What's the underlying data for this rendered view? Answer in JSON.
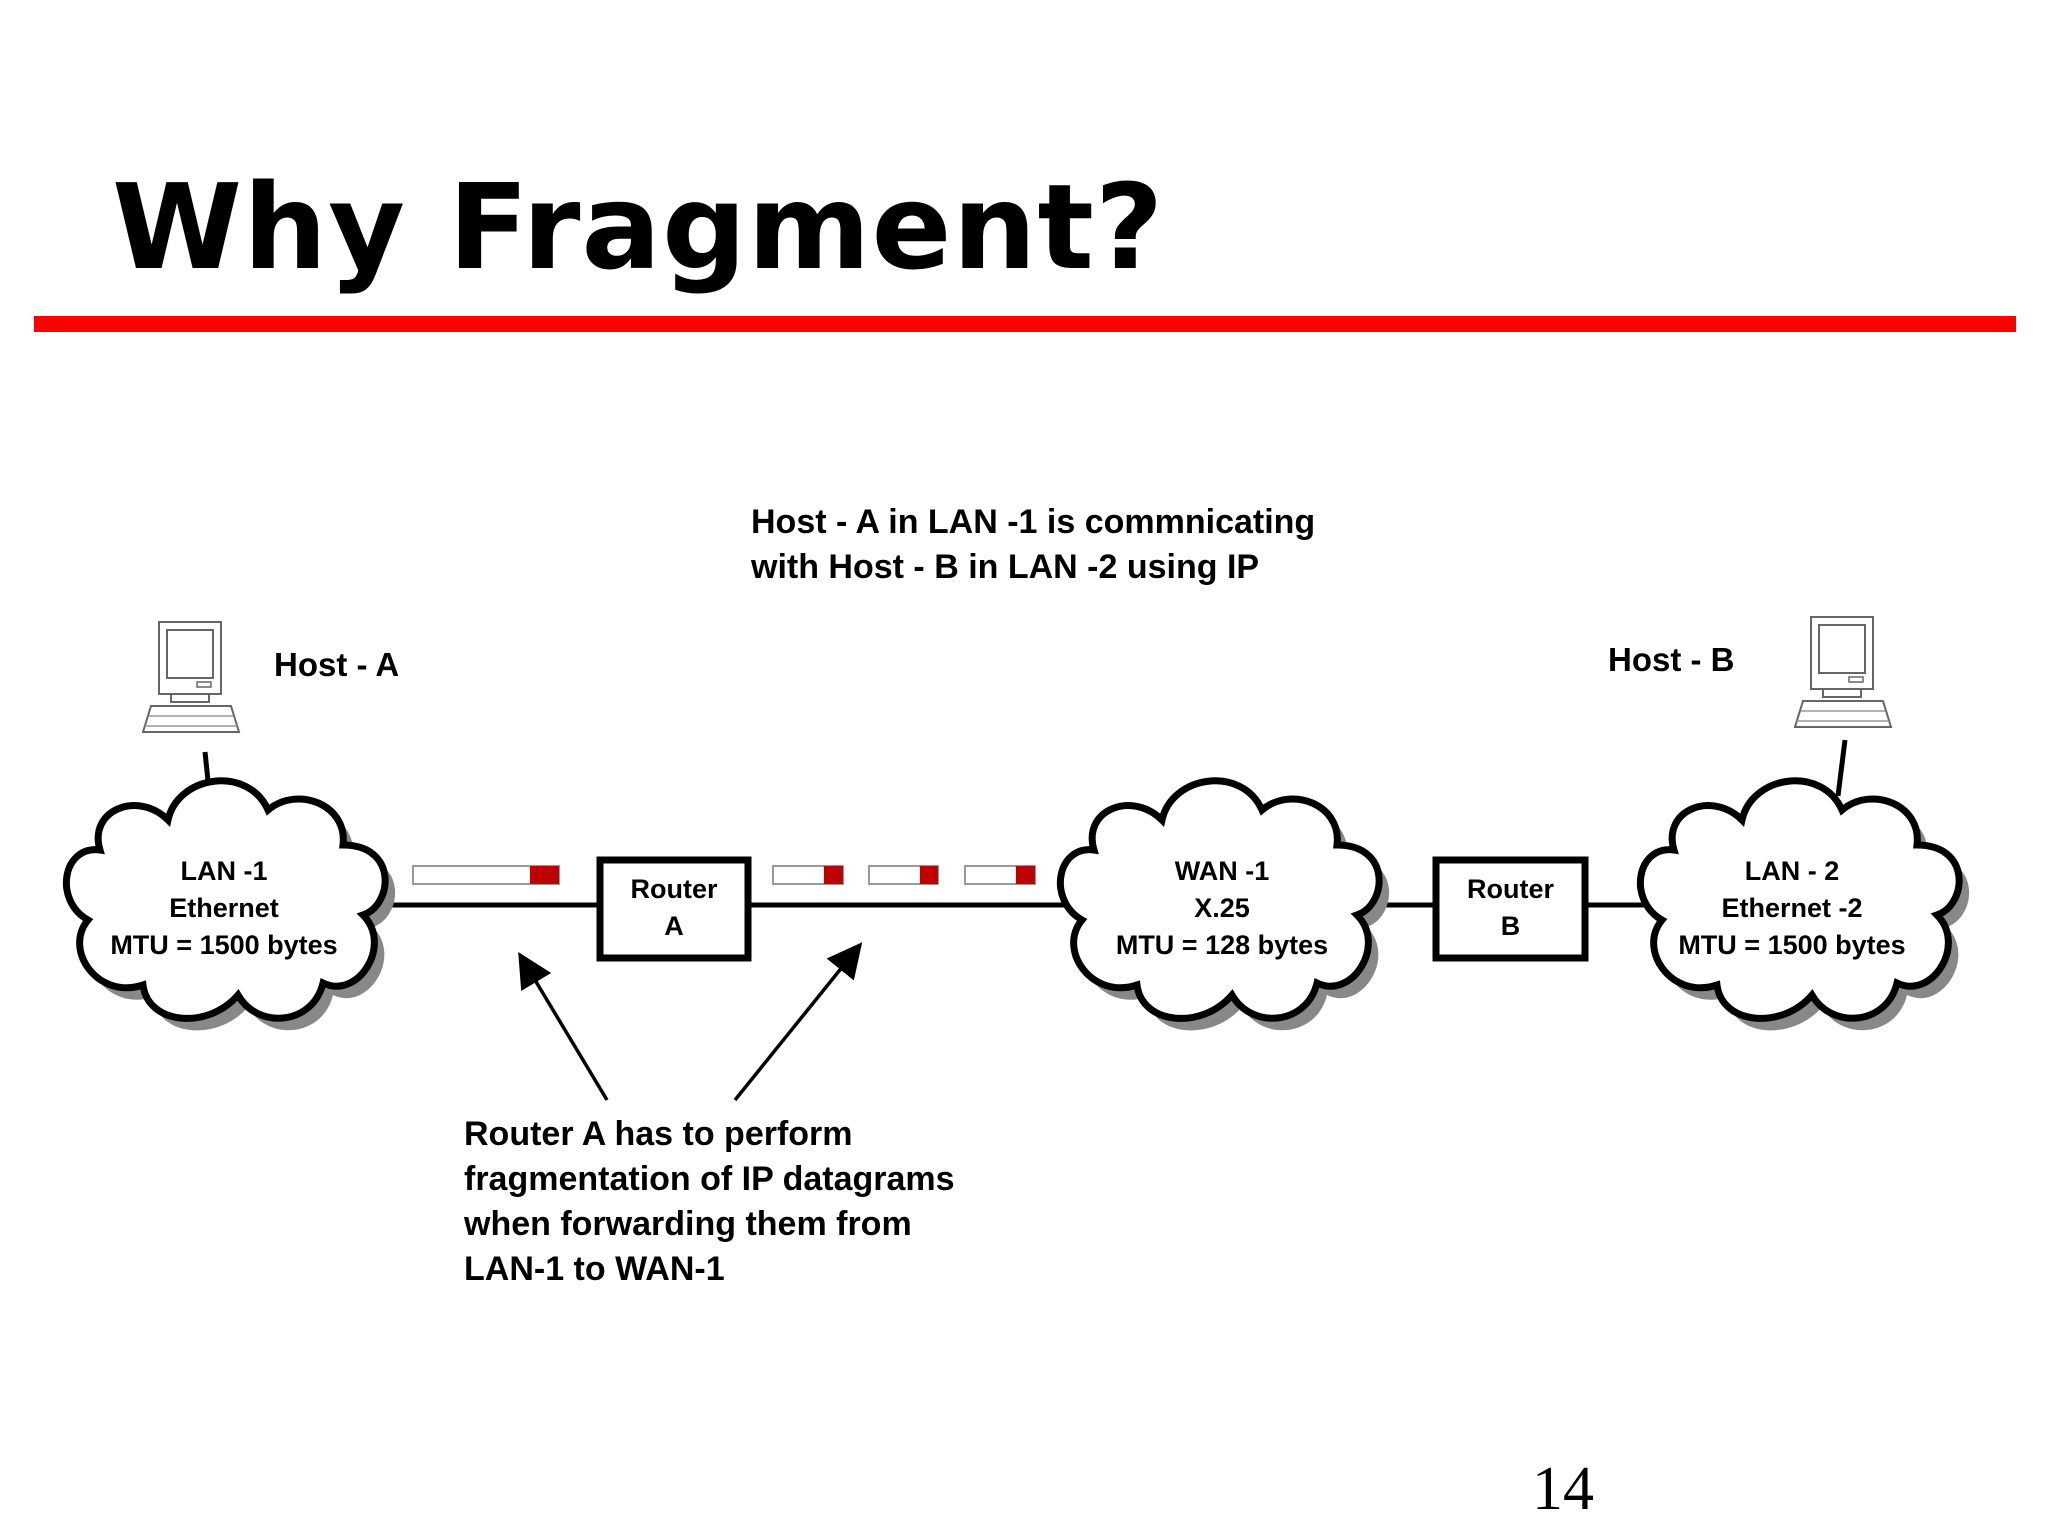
{
  "slide": {
    "title": "Why Fragment?",
    "page_number": "14",
    "accent_color": "#ff0000",
    "fragment_color": "#c00000"
  },
  "diagram": {
    "top_caption": [
      "Host - A in LAN -1 is commnicating",
      "with Host - B in LAN -2 using IP"
    ],
    "bottom_caption": [
      "Router A has to perform",
      "fragmentation of IP datagrams",
      "when forwarding them from",
      "LAN-1 to WAN-1"
    ],
    "host_a": {
      "label": "Host - A",
      "icon": "desktop-computer-icon"
    },
    "host_b": {
      "label": "Host - B",
      "icon": "desktop-computer-icon"
    },
    "lan1": {
      "line1": "LAN -1",
      "line2": "Ethernet",
      "line3": "MTU = 1500 bytes"
    },
    "wan1": {
      "line1": "WAN -1",
      "line2": "X.25",
      "line3": "MTU = 128 bytes"
    },
    "lan2": {
      "line1": "LAN - 2",
      "line2": "Ethernet -2",
      "line3": "MTU = 1500 bytes"
    },
    "router_a": {
      "line1": "Router",
      "line2": "A"
    },
    "router_b": {
      "line1": "Router",
      "line2": "B"
    }
  }
}
